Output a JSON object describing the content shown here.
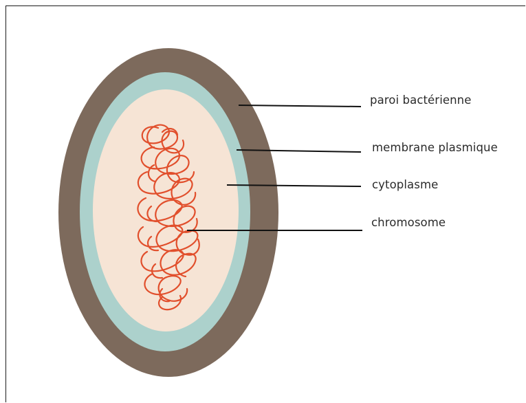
{
  "labels": {
    "cell_wall": "paroi bactérienne",
    "plasma_membrane": "membrane plasmique",
    "cytoplasm": "cytoplasme",
    "chromosome": "chromosome"
  },
  "colors": {
    "cell_wall": "#7d6a5c",
    "plasma_membrane": "#acd1cc",
    "cytoplasm": "#f6e4d5",
    "chromosome": "#e14f2c",
    "leader_lines": "#111111",
    "frame": "#1a1a1a",
    "text": "#2b2b2b"
  }
}
